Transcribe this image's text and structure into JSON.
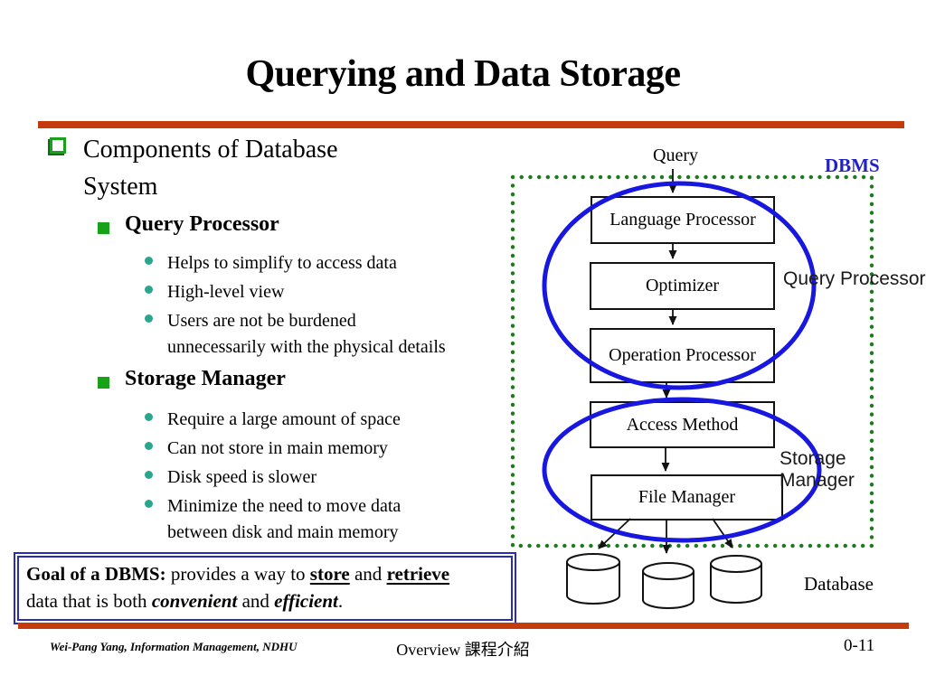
{
  "slide": {
    "title": "Querying and Data Storage"
  },
  "outline": {
    "l1": "Components of Database\nSystem",
    "sections": [
      {
        "heading": "Query Processor",
        "bullets": [
          "Helps to simplify to access data",
          "High-level view",
          "Users are not be burdened\nunnecessarily with the physical details"
        ]
      },
      {
        "heading": "Storage Manager",
        "bullets": [
          "Require a large amount of space",
          "Can not store in main memory",
          "Disk speed is slower",
          "Minimize the need to move data\nbetween disk and main memory"
        ]
      }
    ]
  },
  "goal": {
    "label": "Goal of a DBMS:",
    "t1": "  provides a way to ",
    "store": "store",
    "t2": " and  ",
    "retrieve": "retrieve",
    "t3": "data that is both ",
    "convenient": "convenient",
    "t4": " and ",
    "efficient": "efficient",
    "t5": "."
  },
  "diagram": {
    "query_label": "Query",
    "dbms_label": "DBMS",
    "boxes": [
      {
        "label": "Language Processor"
      },
      {
        "label": "Optimizer"
      },
      {
        "label": "Operation Processor"
      },
      {
        "label": "Access Method"
      },
      {
        "label": "File Manager"
      }
    ],
    "query_processor_label": "Query Processor",
    "storage_manager_label": "Storage Manager",
    "database_label": "Database"
  },
  "footer": {
    "left": "Wei-Pang Yang, Information Management, NDHU",
    "center": "Overview 課程介紹",
    "right": "0-11"
  },
  "colors": {
    "accent_red": "#C43B0D",
    "dbms_border_green": "#1F7A1F",
    "ellipse_blue": "#1717DF",
    "dbms_label_blue": "#2121CC",
    "goal_border_blue": "#2B2BBB",
    "bullet_green": "#17A217",
    "bullet_teal": "#2AA68D",
    "box_border": "#111111"
  }
}
